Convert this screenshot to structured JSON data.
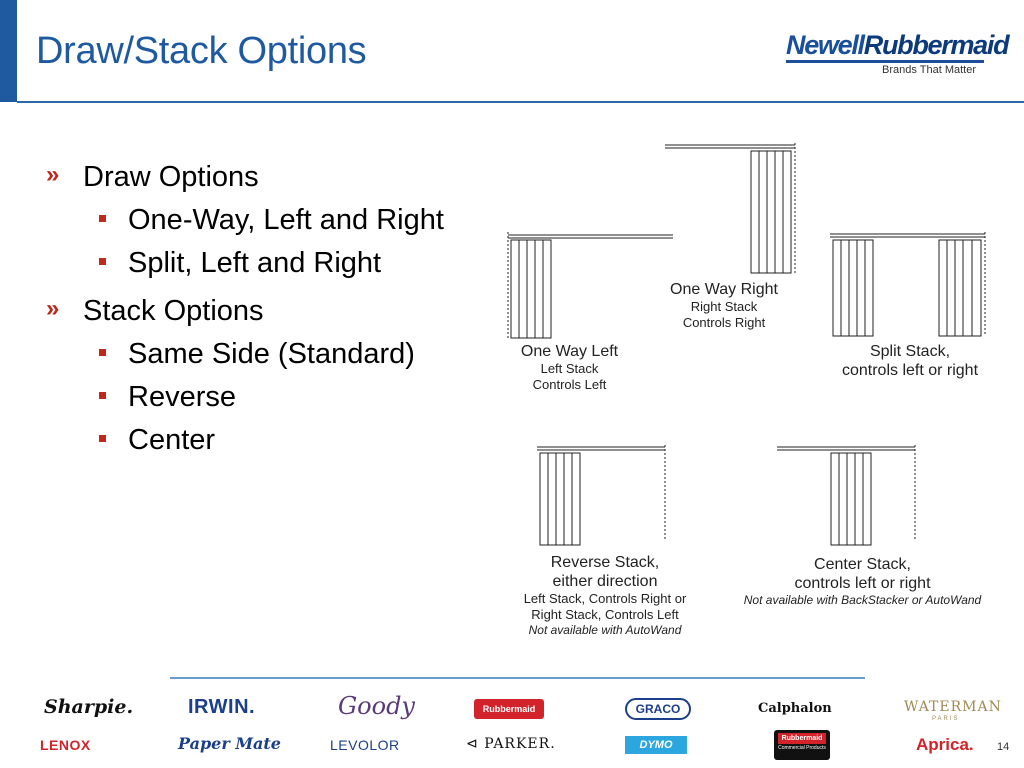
{
  "slide": {
    "title": "Draw/Stack Options",
    "page_number": "14"
  },
  "brand": {
    "name_part1": "Newell",
    "name_part2": "Rubbermaid",
    "tagline": "Brands That Matter",
    "color": "#1a4f9c"
  },
  "colors": {
    "title": "#1f5aa0",
    "bullet_marker": "#c0281c"
  },
  "bullets": {
    "item1": {
      "label": "Draw Options",
      "sub1": "One-Way, Left and Right",
      "sub2": "Split, Left and Right"
    },
    "item2": {
      "label": "Stack Options",
      "sub1": "Same Side (Standard)",
      "sub2": "Reverse",
      "sub3": "Center"
    },
    "marker_l1": "»"
  },
  "diagram": {
    "one_way_left": {
      "title": "One Way Left",
      "line1": "Left Stack",
      "line2": "Controls Left"
    },
    "one_way_right": {
      "title": "One Way Right",
      "line1": "Right Stack",
      "line2": "Controls Right"
    },
    "split": {
      "title": "Split Stack,",
      "line1": "controls left or right"
    },
    "reverse": {
      "title": "Reverse Stack,",
      "line1": "either direction",
      "line2": "Left Stack, Controls Right or",
      "line3": "Right Stack, Controls Left",
      "note": "Not available with AutoWand"
    },
    "center": {
      "title": "Center Stack,",
      "line1": "controls left or right",
      "note": "Not available with BackStacker or AutoWand"
    }
  },
  "footer_logos": {
    "sharpie": "Sharpie.",
    "irwin": "IRWIN.",
    "goody": "Goody",
    "rubbermaid": "Rubbermaid",
    "graco": "GRACO",
    "calphalon": "Calphalon",
    "waterman": "WATERMAN",
    "waterman_sub": "PARIS",
    "lenox": "LENOX",
    "papermate": "Paper Mate",
    "levolor": "LEVOLOR",
    "parker": "PARKER.",
    "dymo": "DYMO",
    "rubbermaid_cp": "Rubbermaid",
    "rubbermaid_cp_sub": "Commercial Products",
    "aprica": "Aprica."
  }
}
